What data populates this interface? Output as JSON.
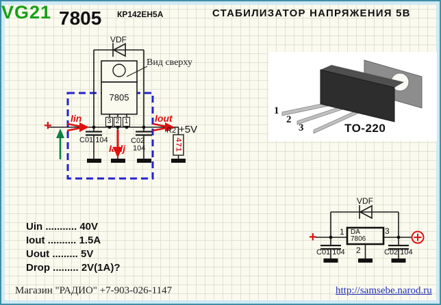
{
  "header": {
    "logo": "VG21",
    "part": "7805",
    "chip": "КР142ЕН5А",
    "title": "СТАБИЛИЗАТОР НАПРЯЖЕНИЯ 5В"
  },
  "schematic_main": {
    "diode_label": "VDF",
    "view_label": "Вид сверху",
    "ic_label": "7805",
    "pin_left": "3",
    "pin_mid": "2",
    "pin_right": "1",
    "iin_label": "Iin",
    "iout_label": "Iout",
    "iadj_label": "Iadj",
    "plus_label": "+",
    "c01_label": "C01 104",
    "c02_label": "C02",
    "c02_value": "104",
    "r2_label": "R2",
    "r2_value": "471",
    "vout_label": "+5V"
  },
  "package_panel": {
    "pin1": "1",
    "pin2": "2",
    "pin3": "3",
    "name": "TO-220"
  },
  "schematic_out": {
    "diode_label": "VDF",
    "plus_in": "+",
    "pin1": "1",
    "pin2": "2",
    "pin3": "3",
    "ic_ref": "DA",
    "ic_label": "7806",
    "c01_label": "C01 104",
    "c02_label": "C02 104"
  },
  "specs": {
    "lines": [
      "Uin ........... 40V",
      "Iout .......... 1.5A",
      "Uout ......... 5V",
      "Drop ......... 2V(1A)?"
    ]
  },
  "footer": {
    "shop": "Магазин \"РАДИО\" +7-903-026-1147",
    "url": "http://samsebe.narod.ru"
  },
  "colors": {
    "logo_green": "#18a018",
    "accent_red": "#dd1111",
    "dash_blue": "#2323cc",
    "link_blue": "#2233bb",
    "frame_teal": "#3f8fa8",
    "frame_lightblue": "#cfe9f4",
    "grid_bg": "#fbfaef"
  }
}
